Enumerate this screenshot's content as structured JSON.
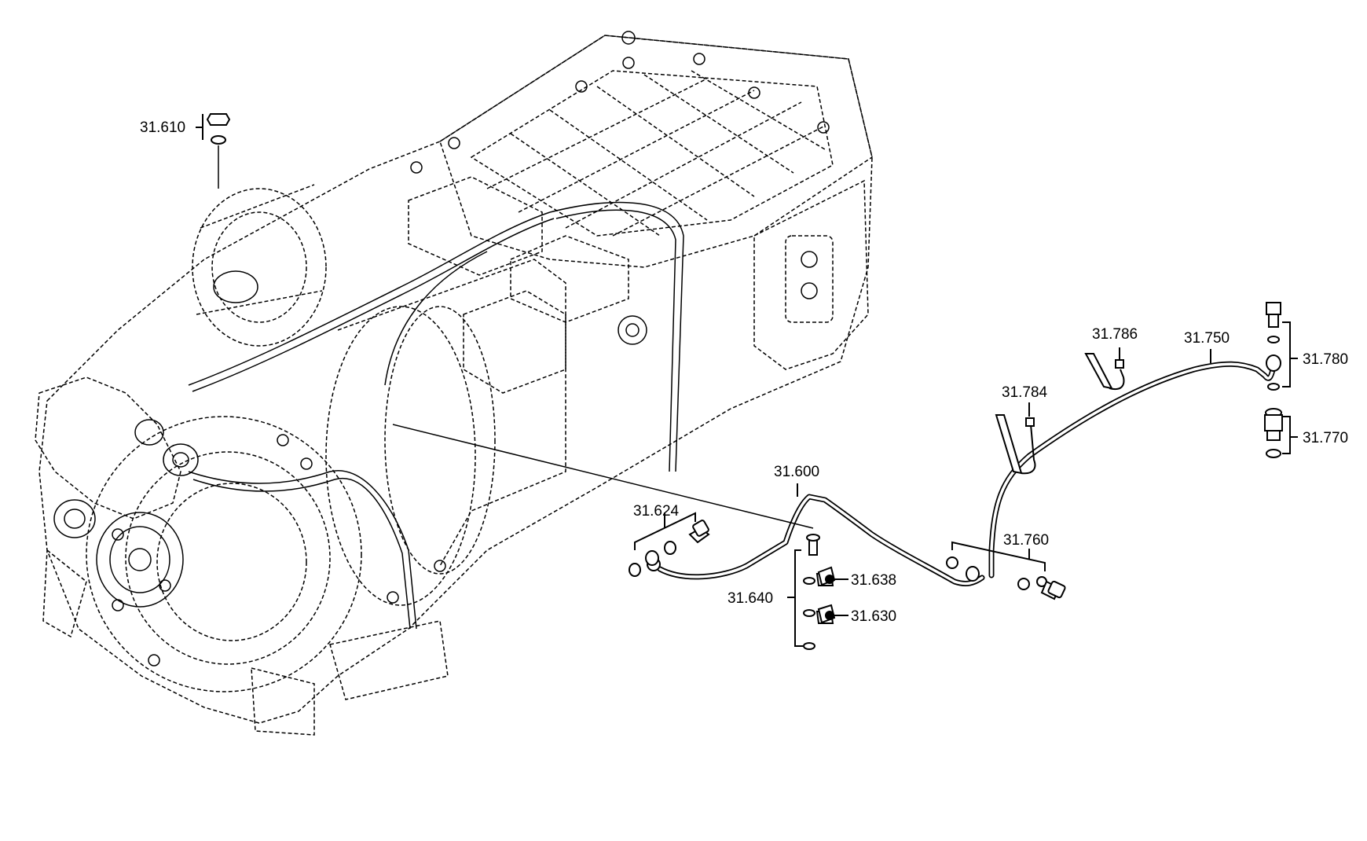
{
  "labels": {
    "p31_610": "31.610",
    "p31_600": "31.600",
    "p31_624": "31.624",
    "p31_640": "31.640",
    "p31_638": "31.638",
    "p31_630": "31.630",
    "p31_784": "31.784",
    "p31_786": "31.786",
    "p31_750": "31.750",
    "p31_760": "31.760",
    "p31_780": "31.780",
    "p31_770": "31.770"
  }
}
